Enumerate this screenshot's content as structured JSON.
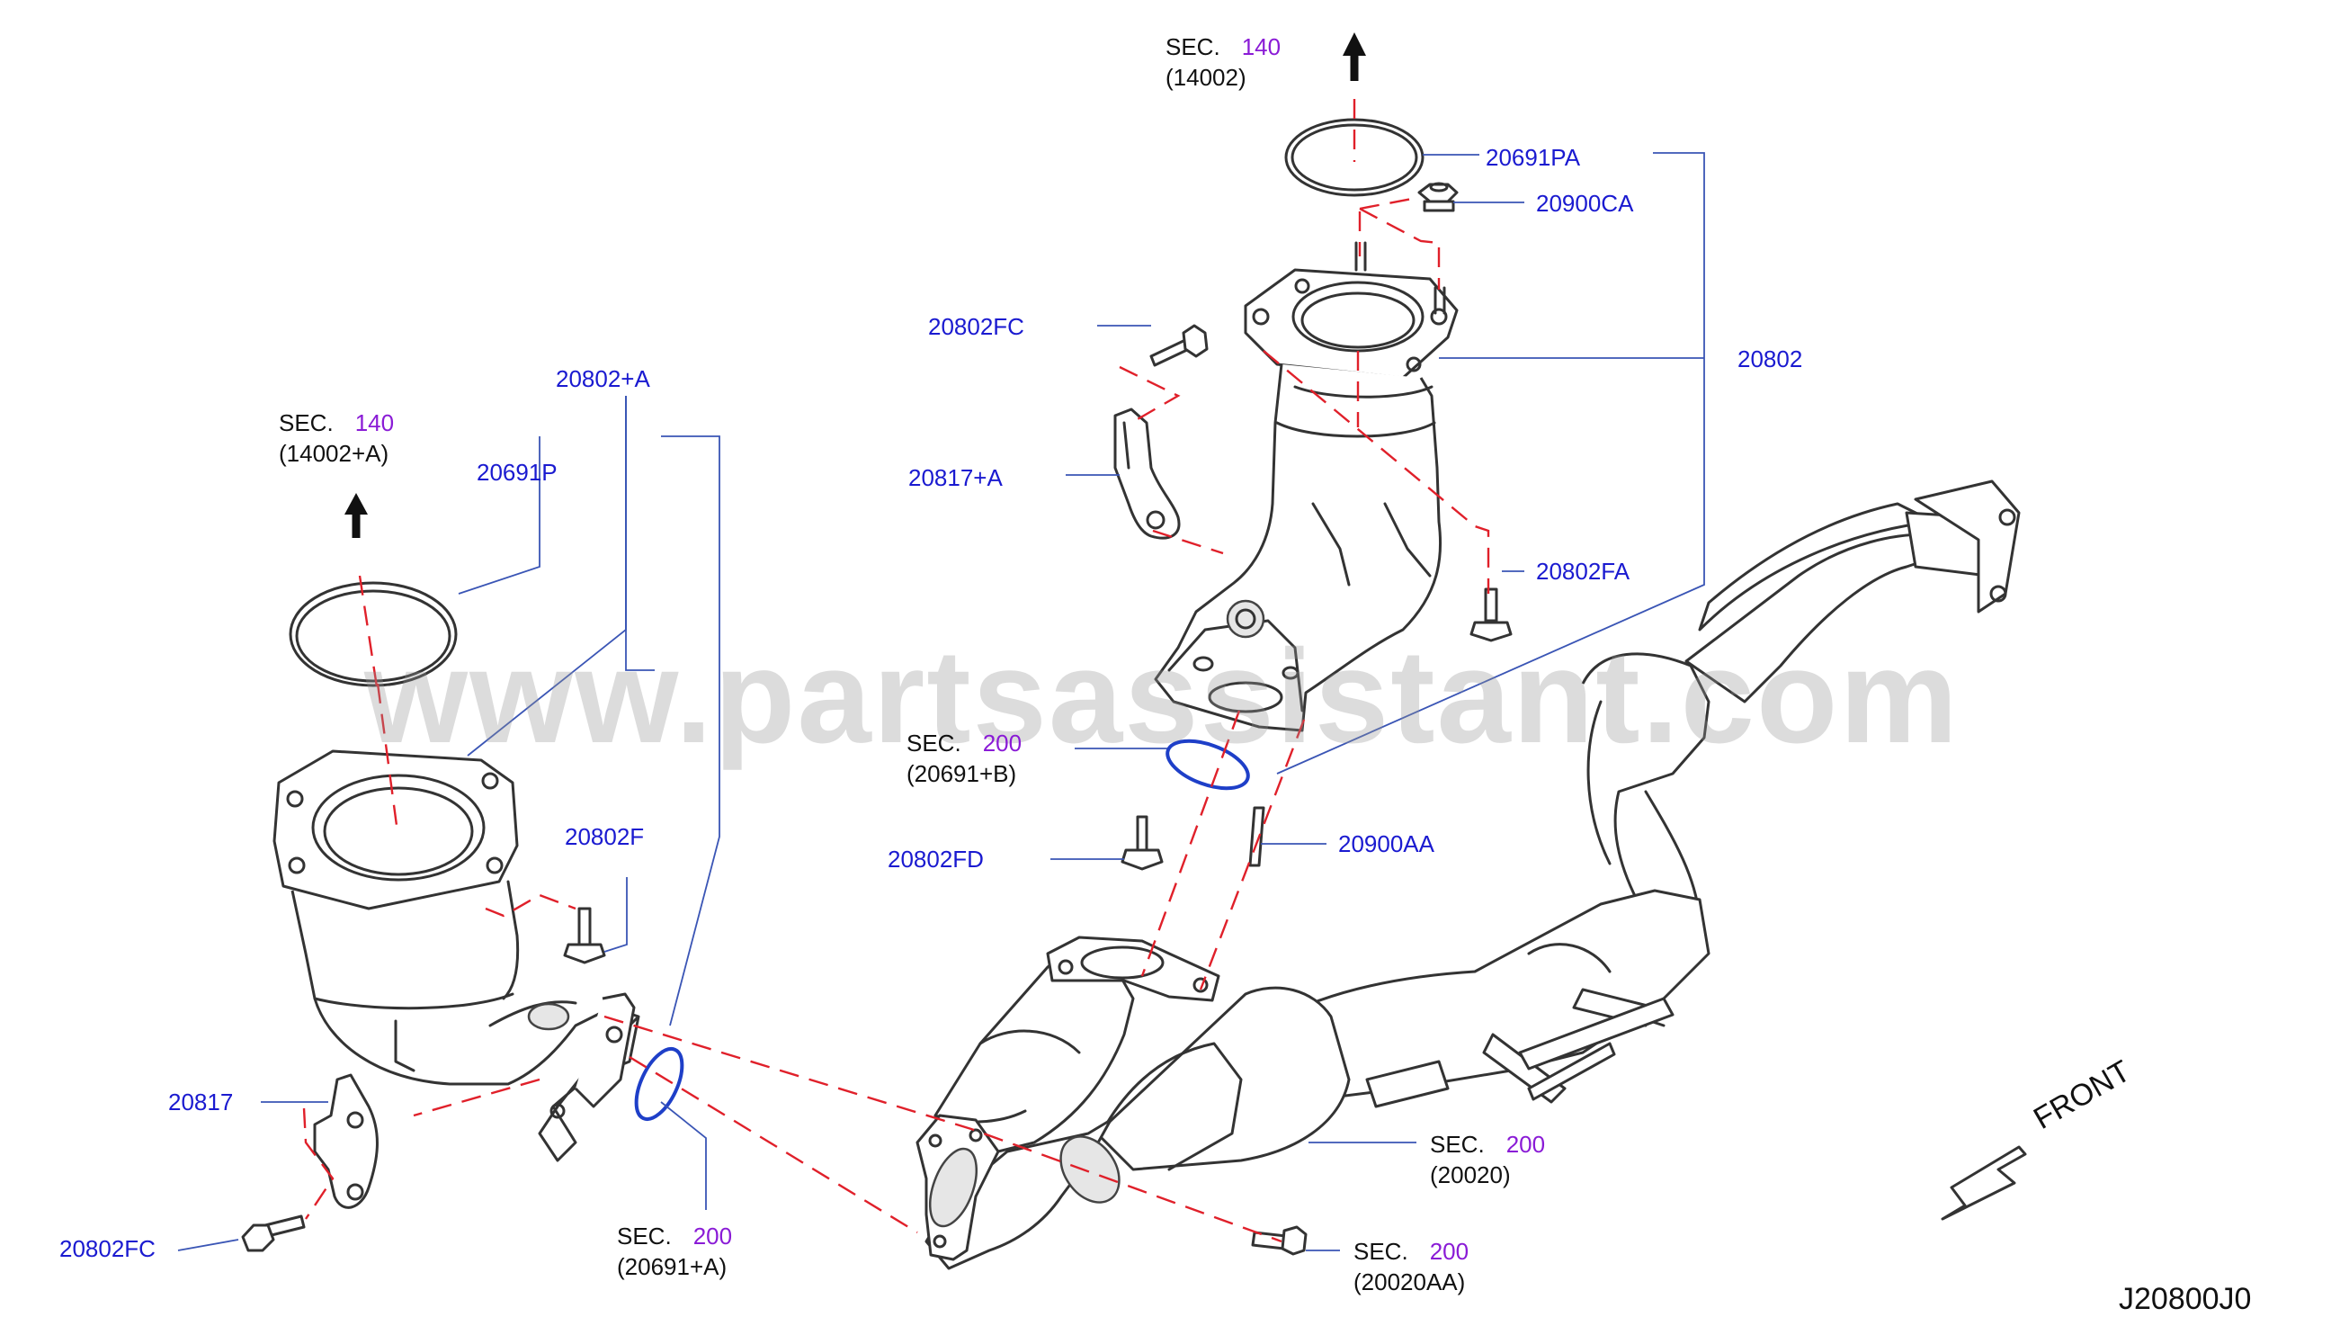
{
  "watermark": "www.partsassistant.com",
  "diagram_code": "J20800J0",
  "front_label": "FRONT",
  "colors": {
    "leader_line": "#3a55b5",
    "dash_line": "#e0202a",
    "oring": "#1e3fc8",
    "sec_number": "#8a1bd6",
    "part_label": "#1a1ad0"
  },
  "part_labels": {
    "p_20691PA": "20691PA",
    "p_20900CA": "20900CA",
    "p_20802FC_top": "20802FC",
    "p_20802": "20802",
    "p_20817A": "20817+A",
    "p_20802FA": "20802FA",
    "p_20802A": "20802+A",
    "p_20691P": "20691P",
    "p_20802F": "20802F",
    "p_20817": "20817",
    "p_20802FC_bottom": "20802FC",
    "p_20802FD": "20802FD",
    "p_20900AA": "20900AA"
  },
  "sections": {
    "top": {
      "sec": "SEC.",
      "num": "140",
      "code": "(14002)"
    },
    "left": {
      "sec": "SEC.",
      "num": "140",
      "code": "(14002+A)"
    },
    "mid_b": {
      "sec": "SEC.",
      "num": "200",
      "code": "(20691+B)"
    },
    "bottom_a": {
      "sec": "SEC.",
      "num": "200",
      "code": "(20691+A)"
    },
    "pipe": {
      "sec": "SEC.",
      "num": "200",
      "code": "(20020)"
    },
    "pipe_aa": {
      "sec": "SEC.",
      "num": "200",
      "code": "(20020AA)"
    }
  }
}
